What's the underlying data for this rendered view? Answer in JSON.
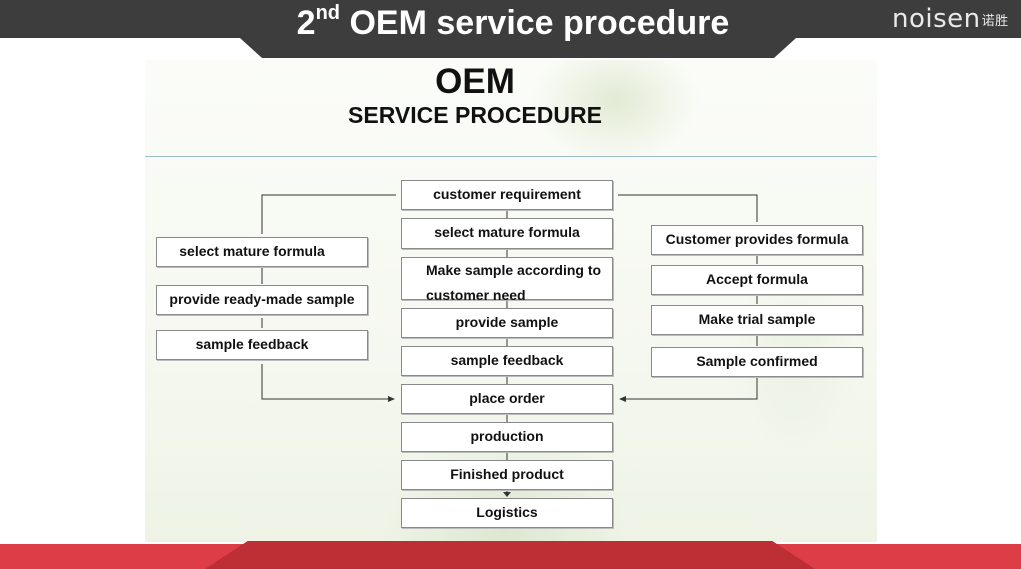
{
  "slide": {
    "title_prefix": "2",
    "title_sup": "nd",
    "title_rest": " OEM service procedure",
    "logo_text": "noisen",
    "logo_cn": "诺胜"
  },
  "diagram": {
    "heading": "OEM",
    "subheading": "SERVICE PROCEDURE",
    "center": [
      "customer requirement",
      "select mature formula",
      "Make sample according to customer need",
      "provide sample",
      "sample feedback",
      "place order",
      "production",
      "Finished product",
      "Logistics"
    ],
    "left": [
      "select mature formula",
      "provide ready-made sample",
      "sample feedback"
    ],
    "right": [
      "Customer provides formula",
      "Accept formula",
      "Make trial sample",
      "Sample confirmed"
    ]
  },
  "colors": {
    "header_bg": "#3d3d3d",
    "footer_red": "#dc3d46",
    "footer_dark_red": "#be2e35",
    "rule": "#9cbcc6"
  }
}
